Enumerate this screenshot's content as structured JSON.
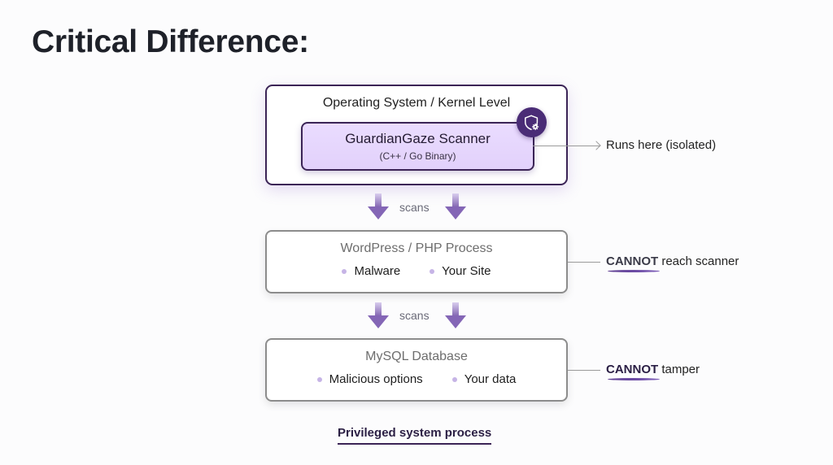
{
  "title": "Critical Difference:",
  "os_layer": {
    "label": "Operating System / Kernel Level",
    "scanner": {
      "name": "GuardianGaze Scanner",
      "subtitle": "(C++ / Go Binary)",
      "badge_icon": "shield-gear-icon"
    },
    "annotation": "Runs here (isolated)"
  },
  "connectors": [
    {
      "label": "scans"
    },
    {
      "label": "scans"
    }
  ],
  "wordpress_layer": {
    "title": "WordPress / PHP Process",
    "items": [
      "Malware",
      "Your Site"
    ],
    "annotation": {
      "emphasis": "CANNOT",
      "text": " reach scanner"
    }
  },
  "mysql_layer": {
    "title": "MySQL Database",
    "items": [
      "Malicious options",
      "Your data"
    ],
    "annotation": {
      "emphasis": "CANNOT",
      "text": " tamper"
    }
  },
  "footer": "Privileged system process",
  "colors": {
    "accent": "#4a2c76",
    "scanner_fill": "#e6d7fd",
    "bullet": "#c6b4e6",
    "arrow": "#8a6cb8"
  }
}
